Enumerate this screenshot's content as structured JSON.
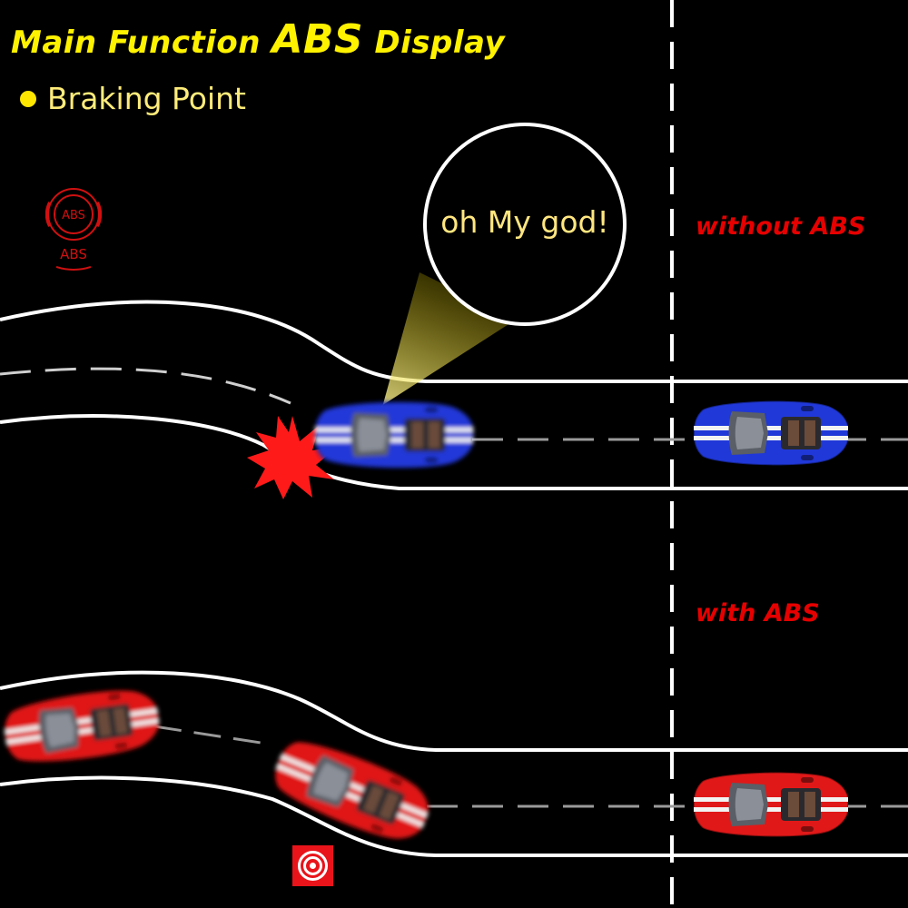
{
  "header": {
    "title_part1": "Main Function ",
    "title_part2": "ABS",
    "title_part3": " Display"
  },
  "legend": {
    "label": "Braking Point"
  },
  "speech_bubble": {
    "text": "oh My god!"
  },
  "labels": {
    "without_abs": "without ABS",
    "with_abs": "with ABS"
  },
  "abs_badge": {
    "ring_text": "ABS",
    "label": "ABS"
  },
  "icons": {
    "abs_badge": "abs-warning-icon",
    "braking_target": "target-icon",
    "collision": "collision-burst-icon",
    "car": "sports-car-icon"
  },
  "colors": {
    "title": "#fff200",
    "legend_dot": "#ffe600",
    "legend_text": "#ffec7a",
    "speech_text": "#ffe680",
    "label_red": "#e60000",
    "road_line": "#ffffff",
    "blue_car": "#2038d8",
    "red_car": "#e01818",
    "abs_red": "#d01010",
    "collision": "#ff1a1a",
    "background": "#000000"
  }
}
